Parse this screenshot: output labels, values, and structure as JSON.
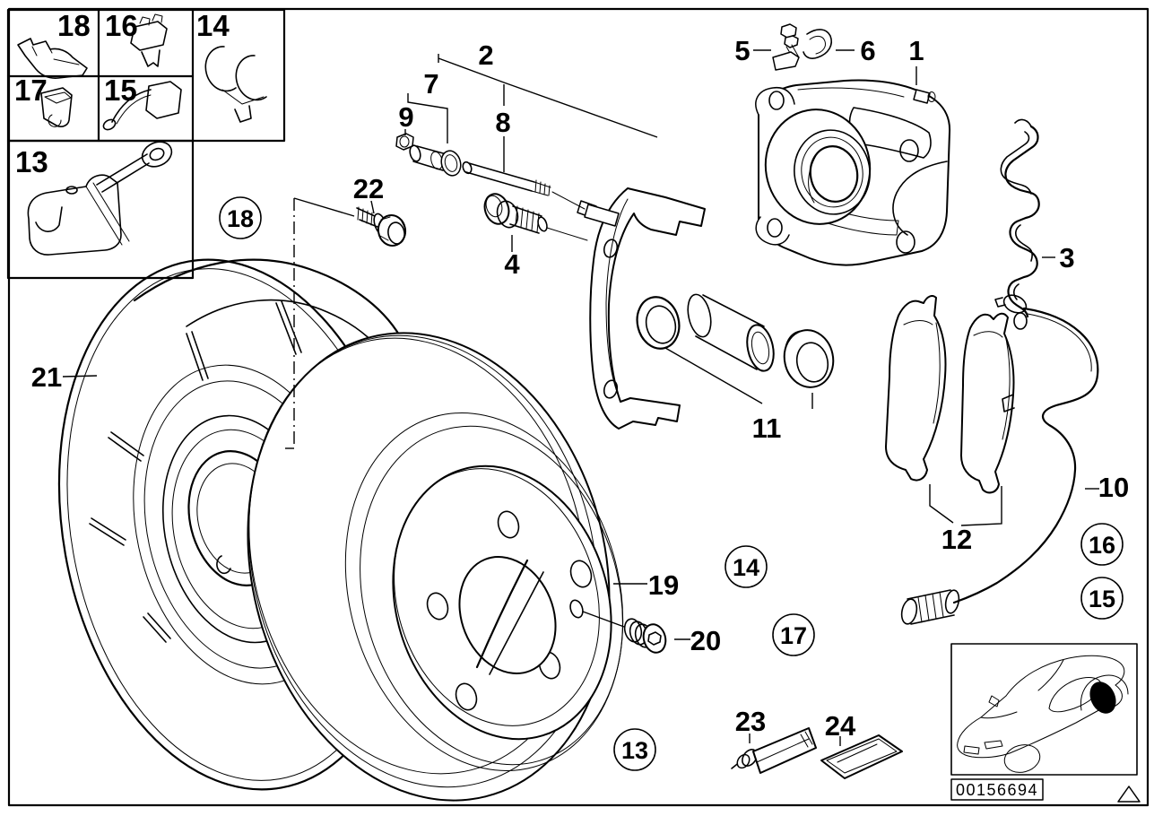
{
  "figure": {
    "type": "brake-parts-exploded-diagram",
    "image_code": "00156694",
    "colors": {
      "ink": "#000000",
      "paper": "#ffffff"
    },
    "inset_cells": {
      "c18": "18",
      "c16": "16",
      "c14": "14",
      "c17": "17",
      "c15": "15",
      "c13": "13"
    },
    "circled": {
      "k18": "18",
      "k14": "14",
      "k17": "17",
      "k13": "13",
      "k16": "16",
      "k15": "15"
    },
    "labels": {
      "n1": "1",
      "n2": "2",
      "n3": "3",
      "n4": "4",
      "n5": "5",
      "n6": "6",
      "n7": "7",
      "n8": "8",
      "n9": "9",
      "n10": "10",
      "n11": "11",
      "n12": "12",
      "n19": "19",
      "n20": "20",
      "n21": "21",
      "n22": "22",
      "n23": "23",
      "n24": "24"
    }
  }
}
